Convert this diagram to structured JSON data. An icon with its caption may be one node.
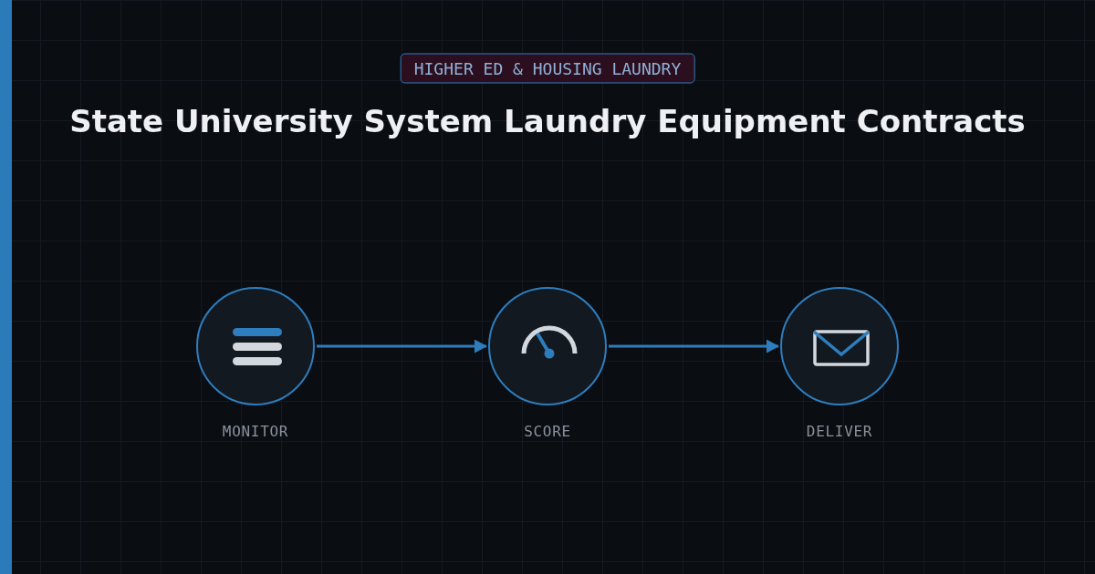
{
  "diagram": {
    "title": "State University System Laundry Equipment Contracts",
    "nodes": [
      {
        "text": [
          "HIGHER ED & HOUSING LAUNDRY"
        ]
      },
      {
        "text": [],
        "shape": "circle",
        "beside": [
          "MONITOR"
        ]
      },
      {
        "text": [],
        "shape": "circle",
        "beside": [
          "SCORE"
        ]
      },
      {
        "text": [],
        "shape": "circle",
        "beside": [
          "DELIVER"
        ]
      }
    ],
    "edges": [
      {
        "from": 1,
        "to": 2,
        "arrow": "to"
      },
      {
        "from": 2,
        "to": 3,
        "arrow": "to"
      }
    ]
  }
}
